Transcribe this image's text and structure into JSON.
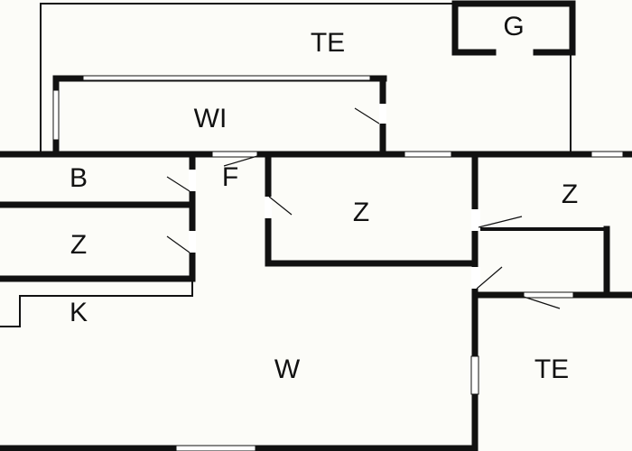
{
  "rooms": {
    "terrace_top": "TE",
    "garage": "G",
    "wi": "WI",
    "bath": "B",
    "hall": "F",
    "room_center": "Z",
    "room_right": "Z",
    "room_left": "Z",
    "kitchen": "K",
    "living": "W",
    "terrace_right": "TE"
  },
  "colors": {
    "wall": "#111111",
    "floor": "#fcfcf8"
  }
}
